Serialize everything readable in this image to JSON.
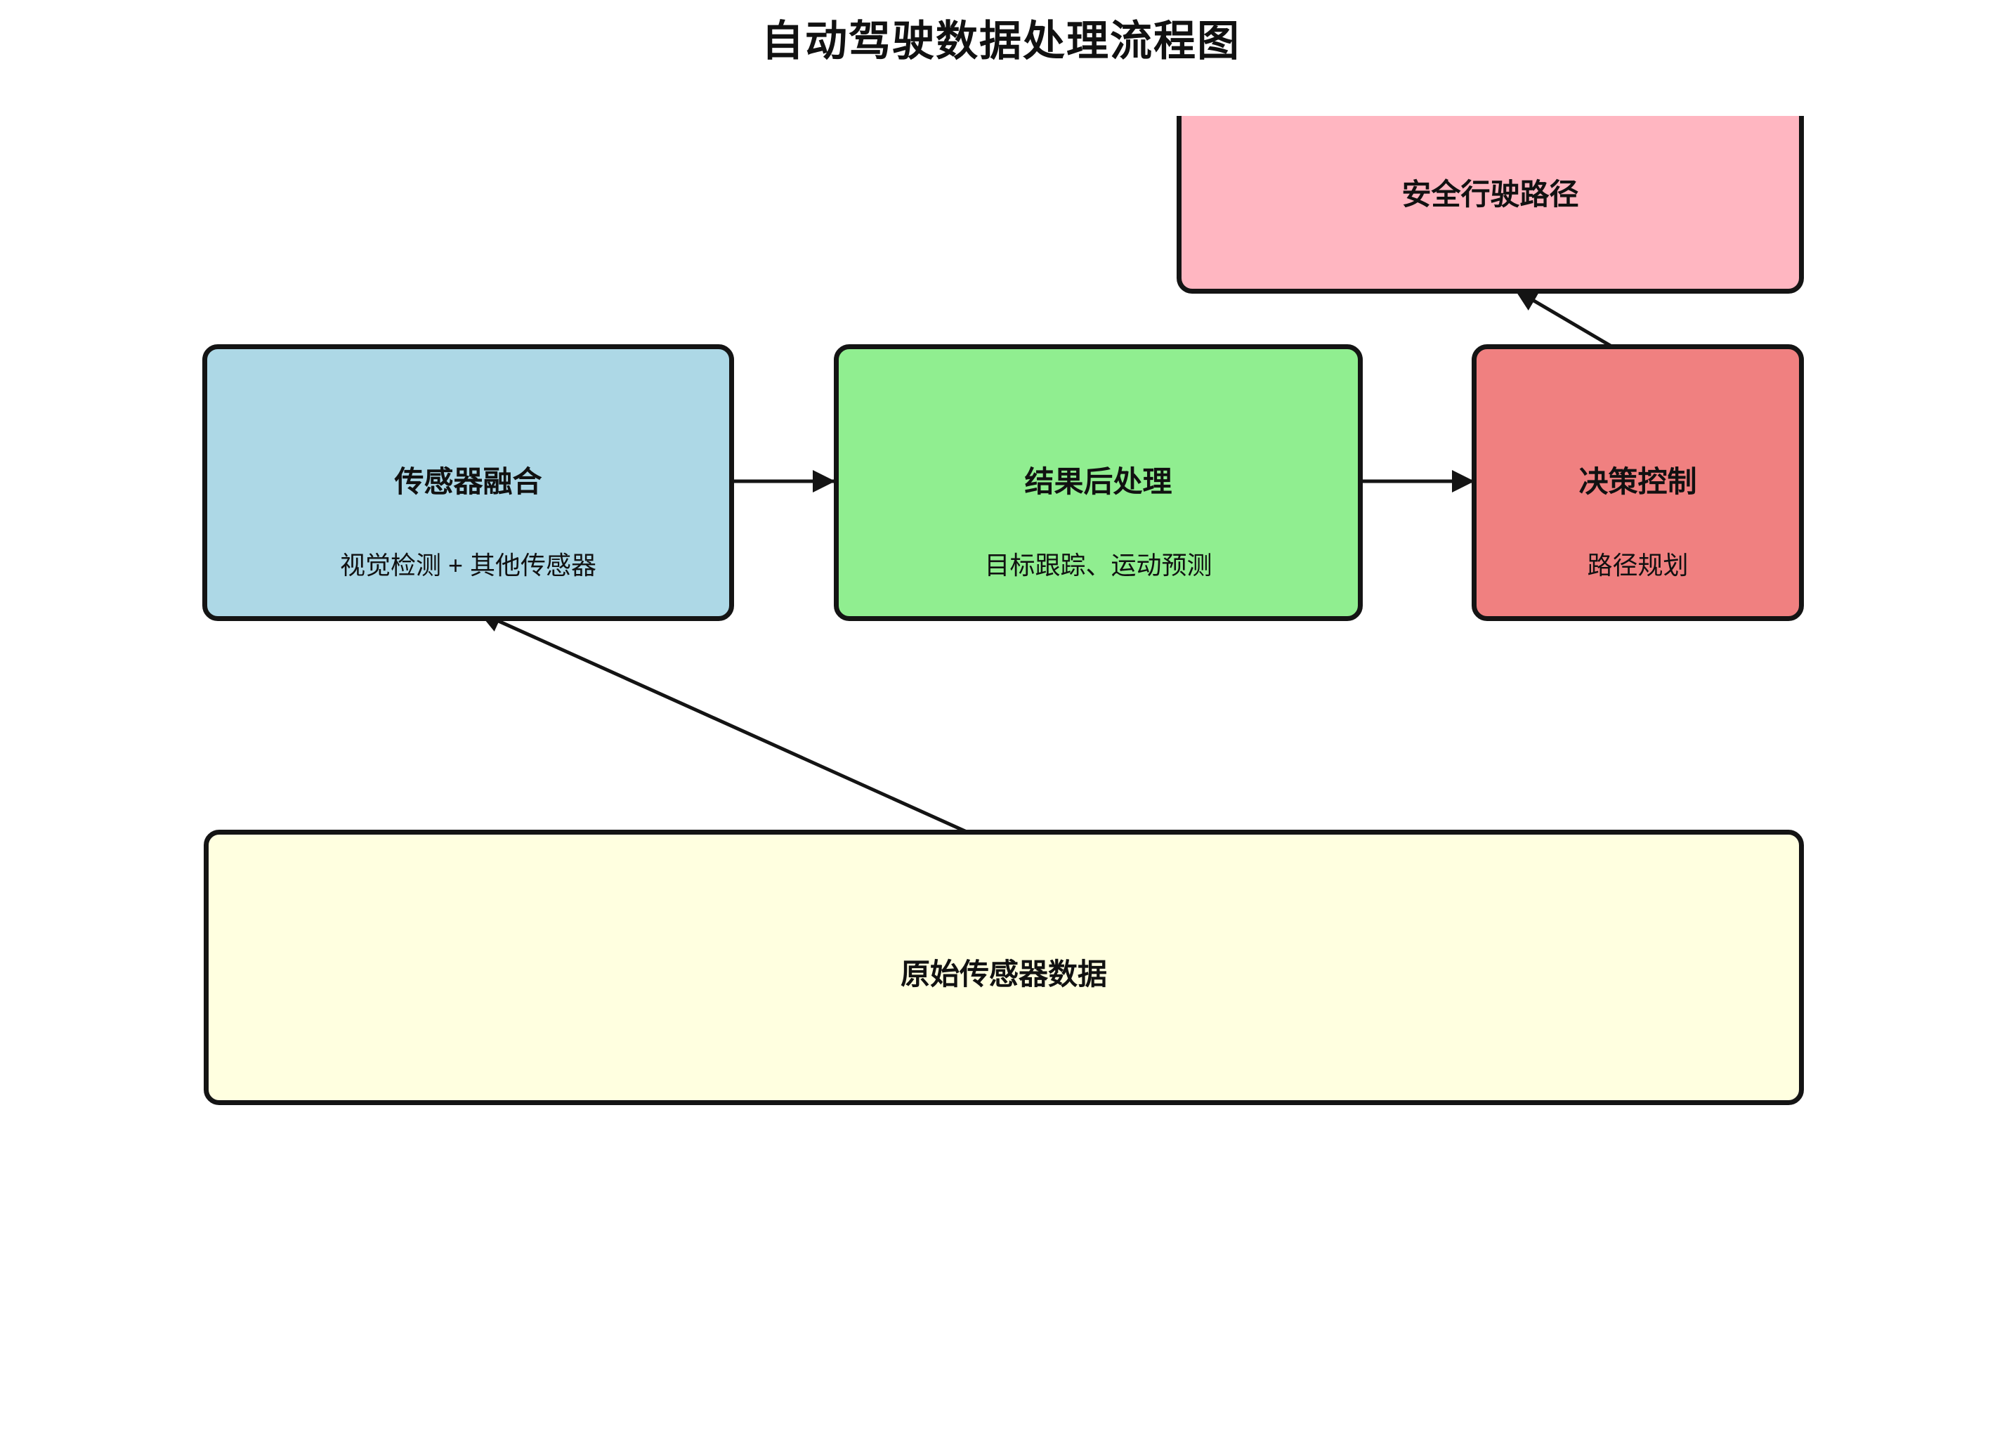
{
  "title": "自动驾驶数据处理流程图",
  "nodes": {
    "safe_path": {
      "label": "安全行驶路径",
      "fill": "#FFB6C1"
    },
    "sensor_fusion": {
      "label": "传感器融合",
      "sublabel": "视觉检测 + 其他传感器",
      "fill": "#ADD8E6"
    },
    "post_processing": {
      "label": "结果后处理",
      "sublabel": "目标跟踪、运动预测",
      "fill": "#90EE90"
    },
    "decision_control": {
      "label": "决策控制",
      "sublabel": "路径规划",
      "fill": "#F08080"
    },
    "raw_data": {
      "label": "原始传感器数据",
      "fill": "#FFFFE0"
    }
  },
  "edges": [
    {
      "from": "raw_data",
      "to": "sensor_fusion"
    },
    {
      "from": "sensor_fusion",
      "to": "post_processing"
    },
    {
      "from": "post_processing",
      "to": "decision_control"
    },
    {
      "from": "decision_control",
      "to": "safe_path"
    }
  ],
  "colors": {
    "background": "#FFFFFF",
    "border": "#141414",
    "arrow": "#141414",
    "text": "#111111"
  }
}
